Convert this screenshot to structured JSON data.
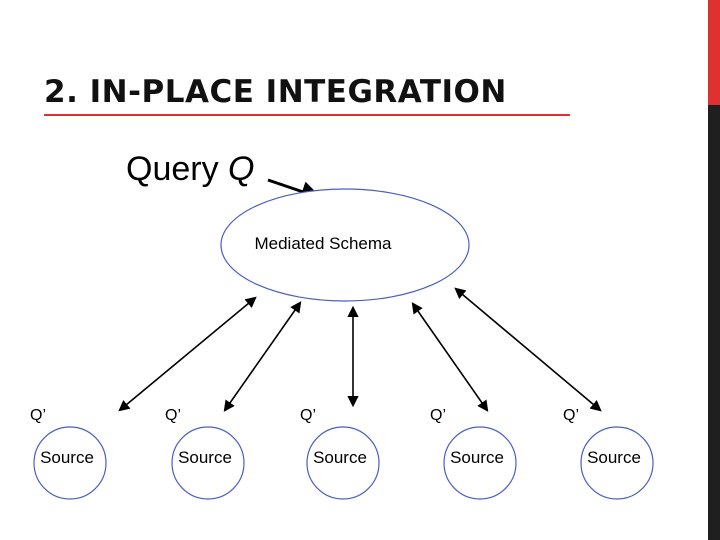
{
  "slide": {
    "title": "2. IN-PLACE INTEGRATION",
    "query_prefix": "Query",
    "query_var": "Q"
  },
  "colors": {
    "accent": "#e03131",
    "dark_stripe": "#1f1f1f",
    "ellipse_stroke": "#4a5fc4"
  },
  "diagram": {
    "schema_label": "Mediated Schema",
    "sources": [
      {
        "label": "Source",
        "query_label": "Q’"
      },
      {
        "label": "Source",
        "query_label": "Q’"
      },
      {
        "label": "Source",
        "query_label": "Q’"
      },
      {
        "label": "Source",
        "query_label": "Q’"
      },
      {
        "label": "Source",
        "query_label": "Q’"
      }
    ]
  }
}
